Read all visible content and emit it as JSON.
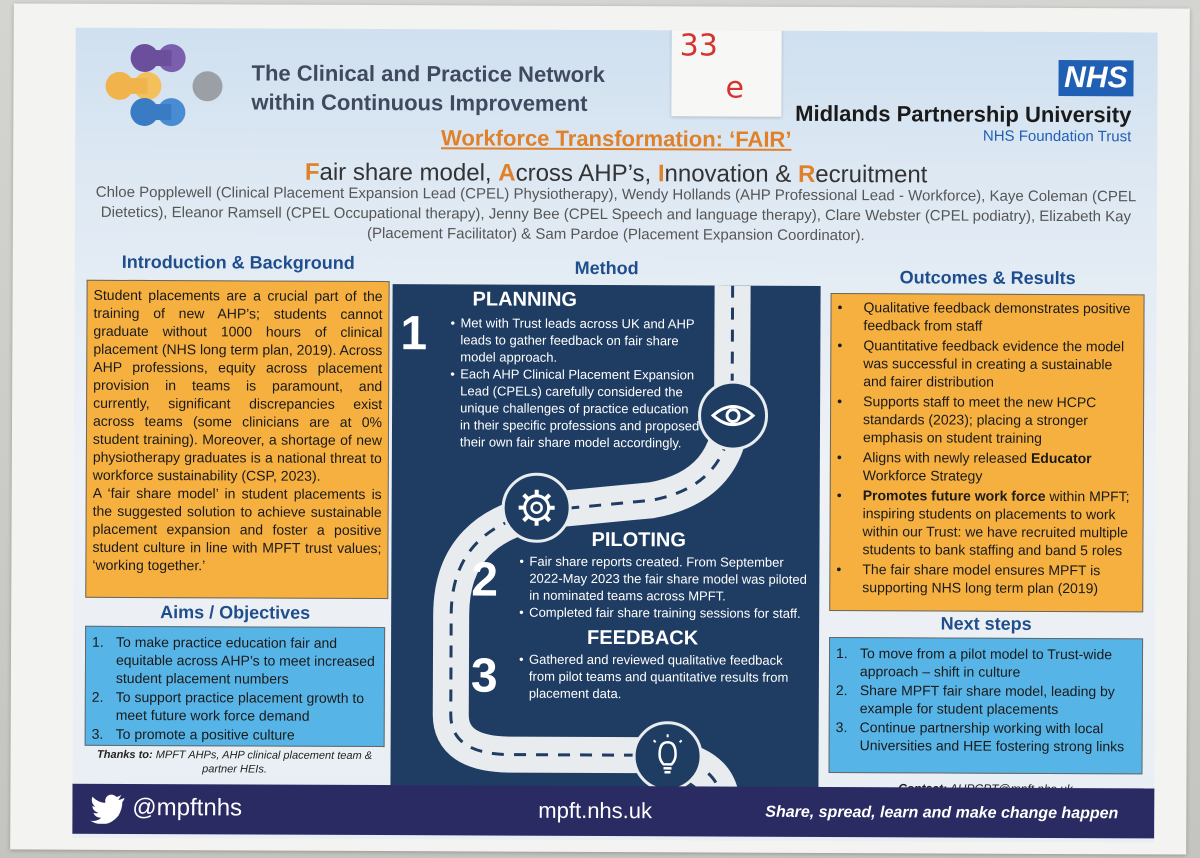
{
  "header": {
    "org_title_line1": "The Clinical and Practice Network",
    "org_title_line2": "within Continuous Improvement",
    "sticky_note_line1": "33",
    "sticky_note_line2": "e",
    "nhs_badge": "NHS",
    "trust_name": "Midlands Partnership University",
    "trust_sub": "NHS Foundation Trust",
    "main_title": "Workforce Transformation: ‘FAIR’",
    "subtitle": {
      "f": "F",
      "f_rest": "air share model, ",
      "a": "A",
      "a_rest": "cross AHP’s, ",
      "i": "I",
      "i_rest": "nnovation & ",
      "r": "R",
      "r_rest": "ecruitment"
    },
    "authors": "Chloe Popplewell (Clinical Placement Expansion Lead (CPEL) Physiotherapy), Wendy Hollands (AHP Professional Lead - Workforce), Kaye Coleman (CPEL Dietetics), Eleanor Ramsell (CPEL Occupational therapy), Jenny Bee (CPEL Speech and language therapy), Clare Webster (CPEL podiatry), Elizabeth Kay (Placement Facilitator) & Sam Pardoe (Placement Expansion Coordinator)."
  },
  "intro": {
    "heading": "Introduction & Background",
    "p1": "Student placements are a crucial part of the training of new AHP’s; students cannot graduate without 1000 hours of clinical placement (NHS long term plan, 2019). Across AHP professions, equity across placement provision in teams is paramount, and currently, significant discrepancies exist across teams (some clinicians are at 0% student training). Moreover, a shortage of new physiotherapy graduates is a national threat to workforce sustainability (CSP, 2023).",
    "p2": "A ‘fair share model’ in student placements is the suggested solution to achieve sustainable placement expansion and foster a positive student culture in line with MPFT trust values; ‘working together.’"
  },
  "aims": {
    "heading": "Aims / Objectives",
    "items": [
      {
        "num": "1.",
        "text": "To make practice education fair and equitable across AHP’s to meet increased student placement numbers"
      },
      {
        "num": "2.",
        "text": "To support practice placement growth to meet future work force demand"
      },
      {
        "num": "3.",
        "text": "To promote a positive culture"
      }
    ]
  },
  "thanks": {
    "label": "Thanks to:",
    "text": " MPFT AHPs, AHP clinical placement team & partner HEIs."
  },
  "method": {
    "heading": "Method",
    "planning_title": "PLANNING",
    "planning_num": "1",
    "planning_items": [
      "Met with Trust leads across UK and AHP leads to gather feedback on fair share model approach.",
      "Each AHP Clinical Placement Expansion Lead (CPELs) carefully considered the unique challenges of practice education in their specific professions and proposed their own fair share model accordingly."
    ],
    "piloting_title": "PILOTING",
    "piloting_num": "2",
    "piloting_items": [
      "Fair share reports created. From September 2022-May 2023 the fair share model was piloted in nominated teams across MPFT.",
      "Completed fair share training sessions for staff."
    ],
    "feedback_title": "FEEDBACK",
    "feedback_num": "3",
    "feedback_items": [
      "Gathered and reviewed  qualitative feedback from pilot teams and quantitative results from placement data."
    ]
  },
  "outcomes": {
    "heading": "Outcomes & Results",
    "items": [
      {
        "pre": "Qualitative feedback demonstrates positive feedback from staff",
        "bold": "",
        "post": ""
      },
      {
        "pre": "Quantitative feedback evidence the model was successful in creating a sustainable and fairer distribution",
        "bold": "",
        "post": ""
      },
      {
        "pre": "Supports staff to meet the new HCPC standards (2023); placing a stronger emphasis on student training",
        "bold": "",
        "post": ""
      },
      {
        "pre": "Aligns with newly released ",
        "bold": "Educator",
        "post": " Workforce Strategy"
      },
      {
        "pre": "",
        "bold": "Promotes future work force",
        "post": " within MPFT; inspiring students on placements to work within our Trust: we have recruited multiple students to bank staffing and band 5 roles"
      },
      {
        "pre": "The fair share model ensures MPFT is supporting NHS long term plan (2019)",
        "bold": "",
        "post": ""
      }
    ]
  },
  "next_steps": {
    "heading": "Next steps",
    "items": [
      {
        "num": "1.",
        "text": "To move from a pilot model to Trust-wide approach – shift in culture"
      },
      {
        "num": "2.",
        "text": "Share MPFT fair share model, leading by example for student placements"
      },
      {
        "num": "3.",
        "text": "Continue partnership working with local Universities and HEE fostering strong links"
      }
    ]
  },
  "contact": {
    "label": "Contact:",
    "email": " AHPCPT@mpft.nhs.uk"
  },
  "footer": {
    "twitter_handle": "@mpftnhs",
    "website": "mpft.nhs.uk",
    "slogan": "Share, spread, learn and make change happen"
  },
  "colors": {
    "orange_box": "#f5b040",
    "blue_box": "#57b4e6",
    "heading_blue": "#1f4e8c",
    "title_orange": "#e0812a",
    "method_bg": "#1f3d63",
    "footer_bg": "#2b2b63",
    "nhs_blue": "#1f5fb4"
  },
  "icons": [
    "eye-icon",
    "gear-icon",
    "lightbulb-icon",
    "twitter-bird-icon"
  ]
}
